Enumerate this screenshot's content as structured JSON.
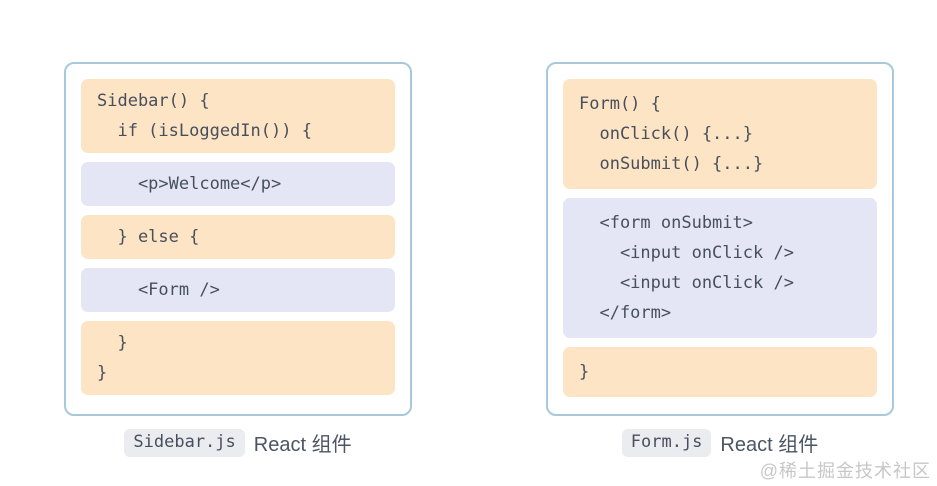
{
  "colors": {
    "page_bg": "#ffffff",
    "panel_bg": "#ffffff",
    "panel_border": "#a7c9db",
    "block_orange": "#fde4c4",
    "block_lavender": "#e4e6f6",
    "code_text": "#474f5d",
    "pill_bg": "#ebecf0",
    "caption_text": "#4b5563",
    "watermark_color": "#c7c7c7"
  },
  "diagrams": [
    {
      "name": "sidebar-component",
      "blocks": [
        {
          "type": "orange",
          "code": "Sidebar() {\n  if (isLoggedIn()) {"
        },
        {
          "type": "lavender",
          "code": "    <p>Welcome</p>"
        },
        {
          "type": "orange",
          "code": "  } else {"
        },
        {
          "type": "lavender",
          "code": "    <Form />"
        },
        {
          "type": "orange",
          "code": "  }\n}"
        }
      ],
      "caption_file": "Sidebar.js",
      "caption_label": "React 组件"
    },
    {
      "name": "form-component",
      "blocks": [
        {
          "type": "orange",
          "code": "Form() {\n  onClick() {...}\n  onSubmit() {...}"
        },
        {
          "type": "lavender",
          "code": "  <form onSubmit>\n    <input onClick />\n    <input onClick />\n  </form>"
        },
        {
          "type": "orange",
          "code": "}"
        }
      ],
      "caption_file": "Form.js",
      "caption_label": "React 组件"
    }
  ],
  "watermark": "@稀土掘金技术社区"
}
